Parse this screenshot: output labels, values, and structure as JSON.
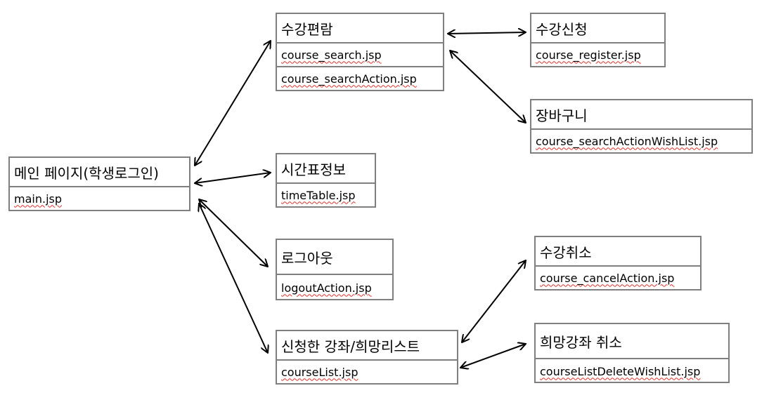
{
  "nodes": {
    "main": {
      "title": "메인 페이지(학생로그인)",
      "files": [
        "main.jsp"
      ]
    },
    "search": {
      "title": "수강편람",
      "files": [
        "course_search.jsp",
        "course_searchAction.jsp"
      ]
    },
    "register": {
      "title": "수강신청",
      "files": [
        "course_register.jsp"
      ]
    },
    "wishlist": {
      "title": "장바구니",
      "files": [
        "course_searchActionWishList.jsp"
      ]
    },
    "timetable": {
      "title": "시간표정보",
      "files": [
        "timeTable.jsp"
      ]
    },
    "logout": {
      "title": "로그아웃",
      "files": [
        "logoutAction.jsp"
      ]
    },
    "courselist": {
      "title": "신청한 강좌/희망리스트",
      "files": [
        "courseList.jsp"
      ]
    },
    "cancel": {
      "title": "수강취소",
      "files": [
        "course_cancelAction.jsp"
      ]
    },
    "wishcancel": {
      "title": "희망강좌 취소",
      "files": [
        "courseListDeleteWishList.jsp"
      ]
    }
  },
  "colors": {
    "border": "#7f7f7f",
    "arrow": "#000000",
    "spellcheck": "#e0302a"
  }
}
